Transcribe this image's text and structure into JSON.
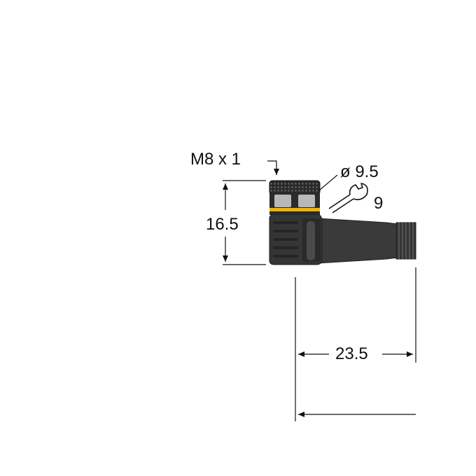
{
  "dimensions": {
    "thread": "M8 x 1",
    "diameter": "ø 9.5",
    "wrench": "9",
    "height": "16.5",
    "length": "23.5"
  },
  "colors": {
    "body": "#3a3a3a",
    "body_dark": "#262626",
    "body_light": "#555555",
    "contact_gray": "#b8b8b8",
    "ring_yellow": "#f2b400",
    "line": "#111111"
  },
  "icons": [
    "wrench-icon"
  ]
}
